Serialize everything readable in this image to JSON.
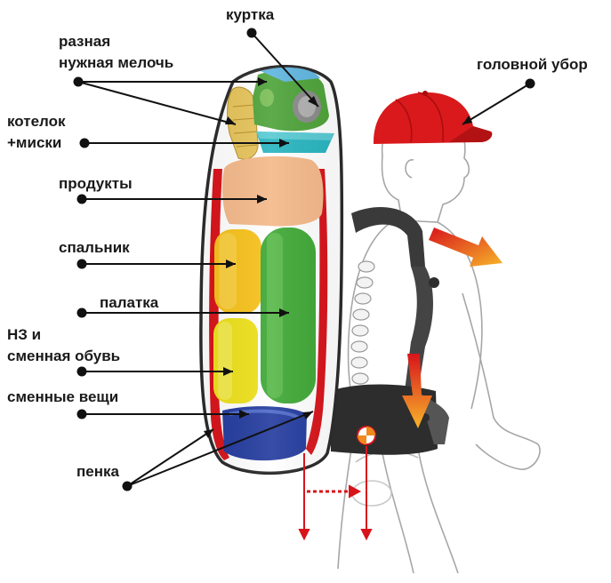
{
  "labels": {
    "jacket": "куртка",
    "misc_1": "разная",
    "misc_2": "нужная мелочь",
    "headwear": "головной убор",
    "pot_1": "котелок",
    "pot_2": "+миски",
    "food": "продукты",
    "sleeping_bag": "спальник",
    "tent": "палатка",
    "nz_1": "НЗ и",
    "nz_2": "сменная обувь",
    "spare_clothes": "сменные вещи",
    "mat": "пенка"
  },
  "colors": {
    "label_text": "#1a1a1a",
    "dot": "#111111",
    "backpack_red": "#d8141b",
    "cap_red": "#d9191b",
    "food_peach": "#f4b98a",
    "sleeping_bag_yellow": "#f7c21b",
    "tent_green": "#3fa836",
    "shoes_yellow": "#eee11c",
    "clothes_blue": "#243c9e",
    "pot_teal": "#29b5c0",
    "jacket_green": "#4ea33a",
    "misc_yellow": "#e6c35a",
    "force_arrow": "#f08a1c",
    "harness_dark": "#333333",
    "body_outline": "#9a9a9a"
  },
  "icons": {
    "backpack": "backpack-icon",
    "person": "hiker-silhouette-icon",
    "cap": "baseball-cap-icon",
    "center_of_mass": "center-of-mass-icon"
  }
}
